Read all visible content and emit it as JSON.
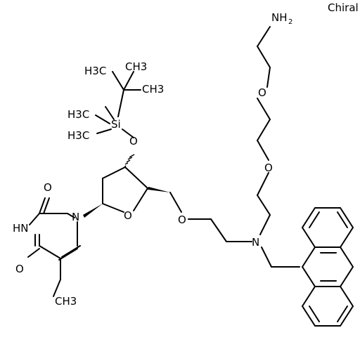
{
  "annotation": "Chiral",
  "atoms": {
    "amine": "NH",
    "amine_sub": "2",
    "ether_o_top": "O",
    "ether_o_mid": "O",
    "ether_o_link": "O",
    "tertiary_n": "N",
    "ring_o": "O",
    "silyl_o": "O",
    "silicon": "Si",
    "tbu_left_methyl": "H3C",
    "tbu_methyl_top": "CH3",
    "tbu_methyl_right": "CH3",
    "si_methyl_a": "H3C",
    "si_methyl_b": "H3C",
    "carbonyl_o_top": "O",
    "carbonyl_o_bottom": "O",
    "imide_nh": "HN",
    "ring_n": "N",
    "methyl": "CH3"
  }
}
